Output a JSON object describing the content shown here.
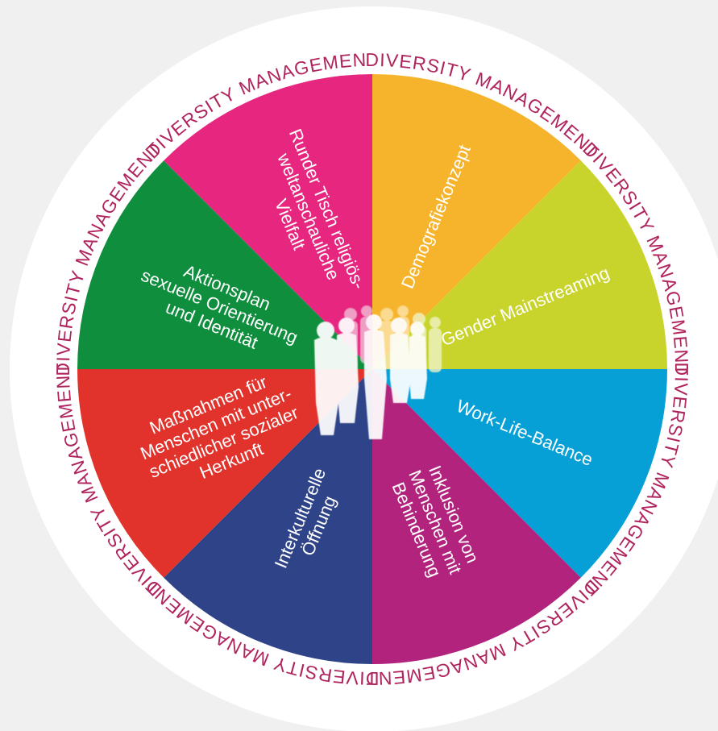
{
  "ring": {
    "label": "DIVERSITY MANAGEMENT",
    "color": "#b0245e",
    "background": "#ffffff"
  },
  "segments": [
    {
      "id": "demografie",
      "color": "#f6b42c",
      "lines": [
        "Demografiekonzept"
      ]
    },
    {
      "id": "gender",
      "color": "#c8d42c",
      "lines": [
        "Gender Mainstreaming"
      ]
    },
    {
      "id": "worklife",
      "color": "#06a0d6",
      "lines": [
        "Work-Life-Balance"
      ]
    },
    {
      "id": "inklusion",
      "color": "#b1237d",
      "lines": [
        "Inklusion von",
        "Menschen mit",
        "Behinderung"
      ]
    },
    {
      "id": "interkulturell",
      "color": "#2e4388",
      "lines": [
        "Interkulturelle",
        "Öffnung"
      ]
    },
    {
      "id": "herkunft",
      "color": "#e1322c",
      "lines": [
        "Maßnahmen für",
        "Menschen mit unter-",
        "schiedlicher sozialer",
        "Herkunft"
      ]
    },
    {
      "id": "aktionsplan",
      "color": "#0f8e3e",
      "lines": [
        "Aktionsplan",
        "sexuelle Orientierung",
        "und Identität"
      ]
    },
    {
      "id": "runder-tisch",
      "color": "#e6267f",
      "lines": [
        "Runder Tisch religiös-",
        "weltanschauliche",
        "Vielfalt"
      ]
    }
  ],
  "center_icon": "group-of-people-icon"
}
